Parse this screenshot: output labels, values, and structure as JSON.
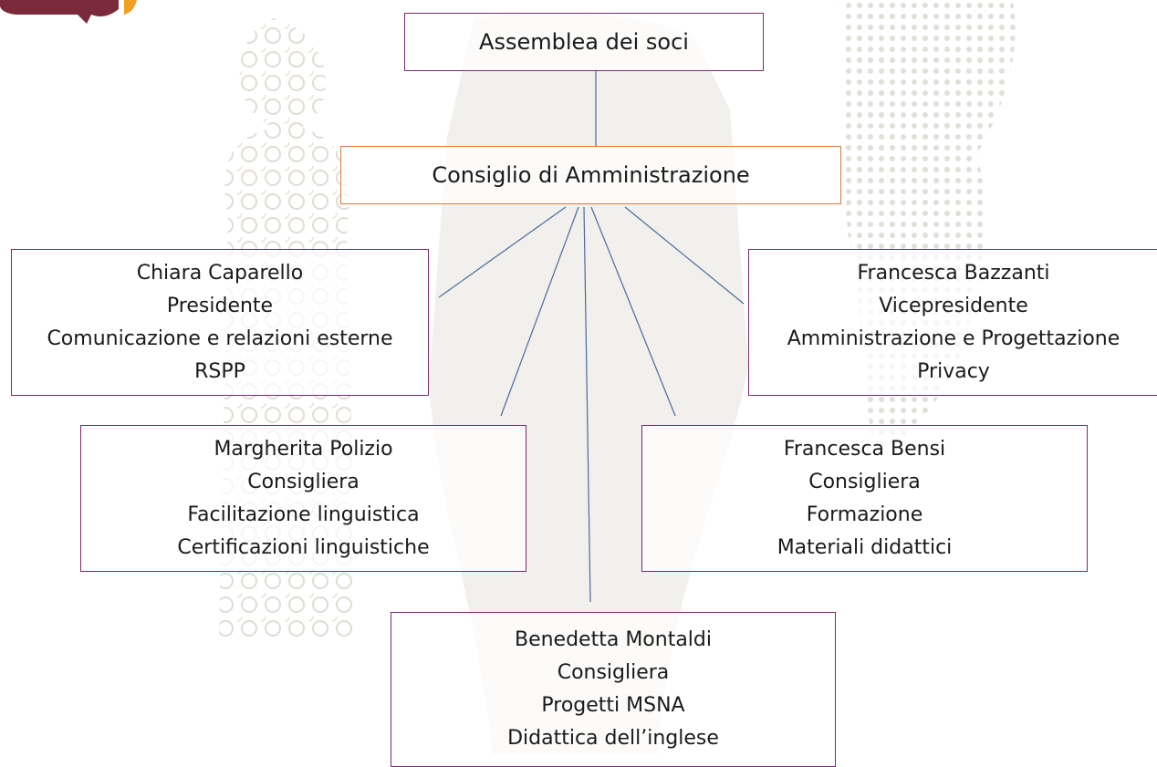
{
  "org_chart": {
    "assembly": {
      "line1": "Assemblea dei soci"
    },
    "council": {
      "line1": "Consiglio di Amministrazione"
    },
    "members": {
      "caparello": {
        "name": "Chiara Caparello",
        "role": "Presidente",
        "area": "Comunicazione e relazioni esterne",
        "extra": "RSPP"
      },
      "bazzanti": {
        "name": "Francesca Bazzanti",
        "role": "Vicepresidente",
        "area": "Amministrazione e Progettazione",
        "extra": "Privacy"
      },
      "polizio": {
        "name": "Margherita Polizio",
        "role": "Consigliera",
        "area": "Facilitazione linguistica",
        "extra": "Certificazioni linguistiche"
      },
      "bensi": {
        "name": "Francesca Bensi",
        "role": "Consigliera",
        "area": "Formazione",
        "extra": "Materiali didattici"
      },
      "montaldi": {
        "name": "Benedetta Montaldi",
        "role": "Consigliera",
        "area": "Progetti MSNA",
        "extra": "Didattica dell’inglese"
      }
    }
  },
  "colors": {
    "box_border": "#7b2a6e",
    "council_border": "#e0783c",
    "connector": "#4a6aa0",
    "logo_primary": "#7b2a3c",
    "logo_accent": "#f0a020"
  }
}
